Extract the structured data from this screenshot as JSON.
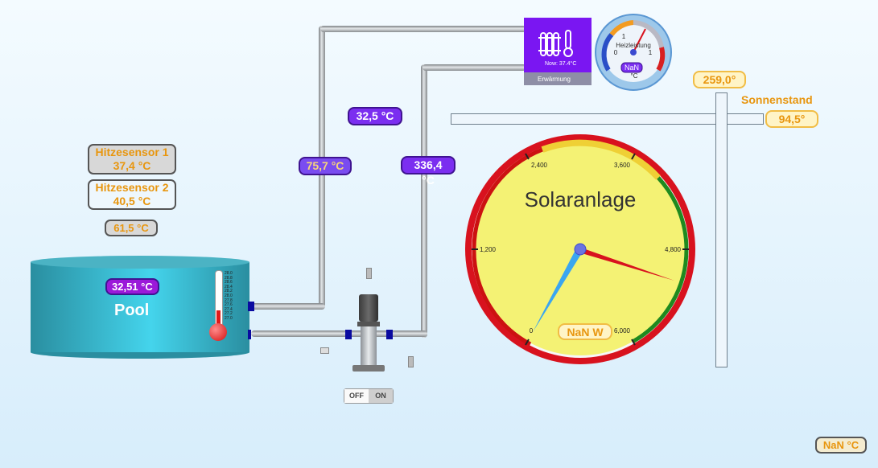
{
  "pool": {
    "title": "Pool",
    "water_temp": "32,51 °C",
    "thermometer_scale": [
      "28.0",
      "28.8",
      "28.6",
      "28.4",
      "28.2",
      "28.0",
      "27.8",
      "27.6",
      "27.4",
      "27.2",
      "27.0"
    ]
  },
  "sensors": {
    "sensor1_name": "Hitzesensor 1",
    "sensor1_value": "37,4 °C",
    "sensor2_name": "Hitzesensor 2",
    "sensor2_value": "40,5 °C",
    "extra_value": "61,5 °C"
  },
  "pipes": {
    "top_temp": "32,5 °C",
    "left_temp": "75,7 °C",
    "right_temp": "336,4 °C"
  },
  "pump_switch": {
    "off_label": "OFF",
    "on_label": "ON"
  },
  "heating": {
    "now_text": "Now: 37.4°C",
    "caption": "Erwärmung",
    "gauge_title": "Heizleistung",
    "gauge_value": "NaN",
    "gauge_unit": "°C",
    "scale_labels": [
      "0",
      "1",
      "1"
    ]
  },
  "sun": {
    "label": "Sonnenstand",
    "azimuth": "259,0°",
    "elevation": "94,5°"
  },
  "solar_gauge": {
    "title": "Solaranlage",
    "power_value": "NaN W",
    "scale_labels": [
      "0",
      "1,200",
      "2,400",
      "3,600",
      "4,800",
      "6,000"
    ],
    "colors": {
      "face": "#f4f274",
      "rim": "#e21a1a",
      "low_zone": "#cc1111",
      "mid_zone": "#efd035",
      "high_zone": "#1f8a1f",
      "needle_red": "#d8121e",
      "needle_blue": "#3aa6f0"
    }
  },
  "footer_value": "NaN °C"
}
